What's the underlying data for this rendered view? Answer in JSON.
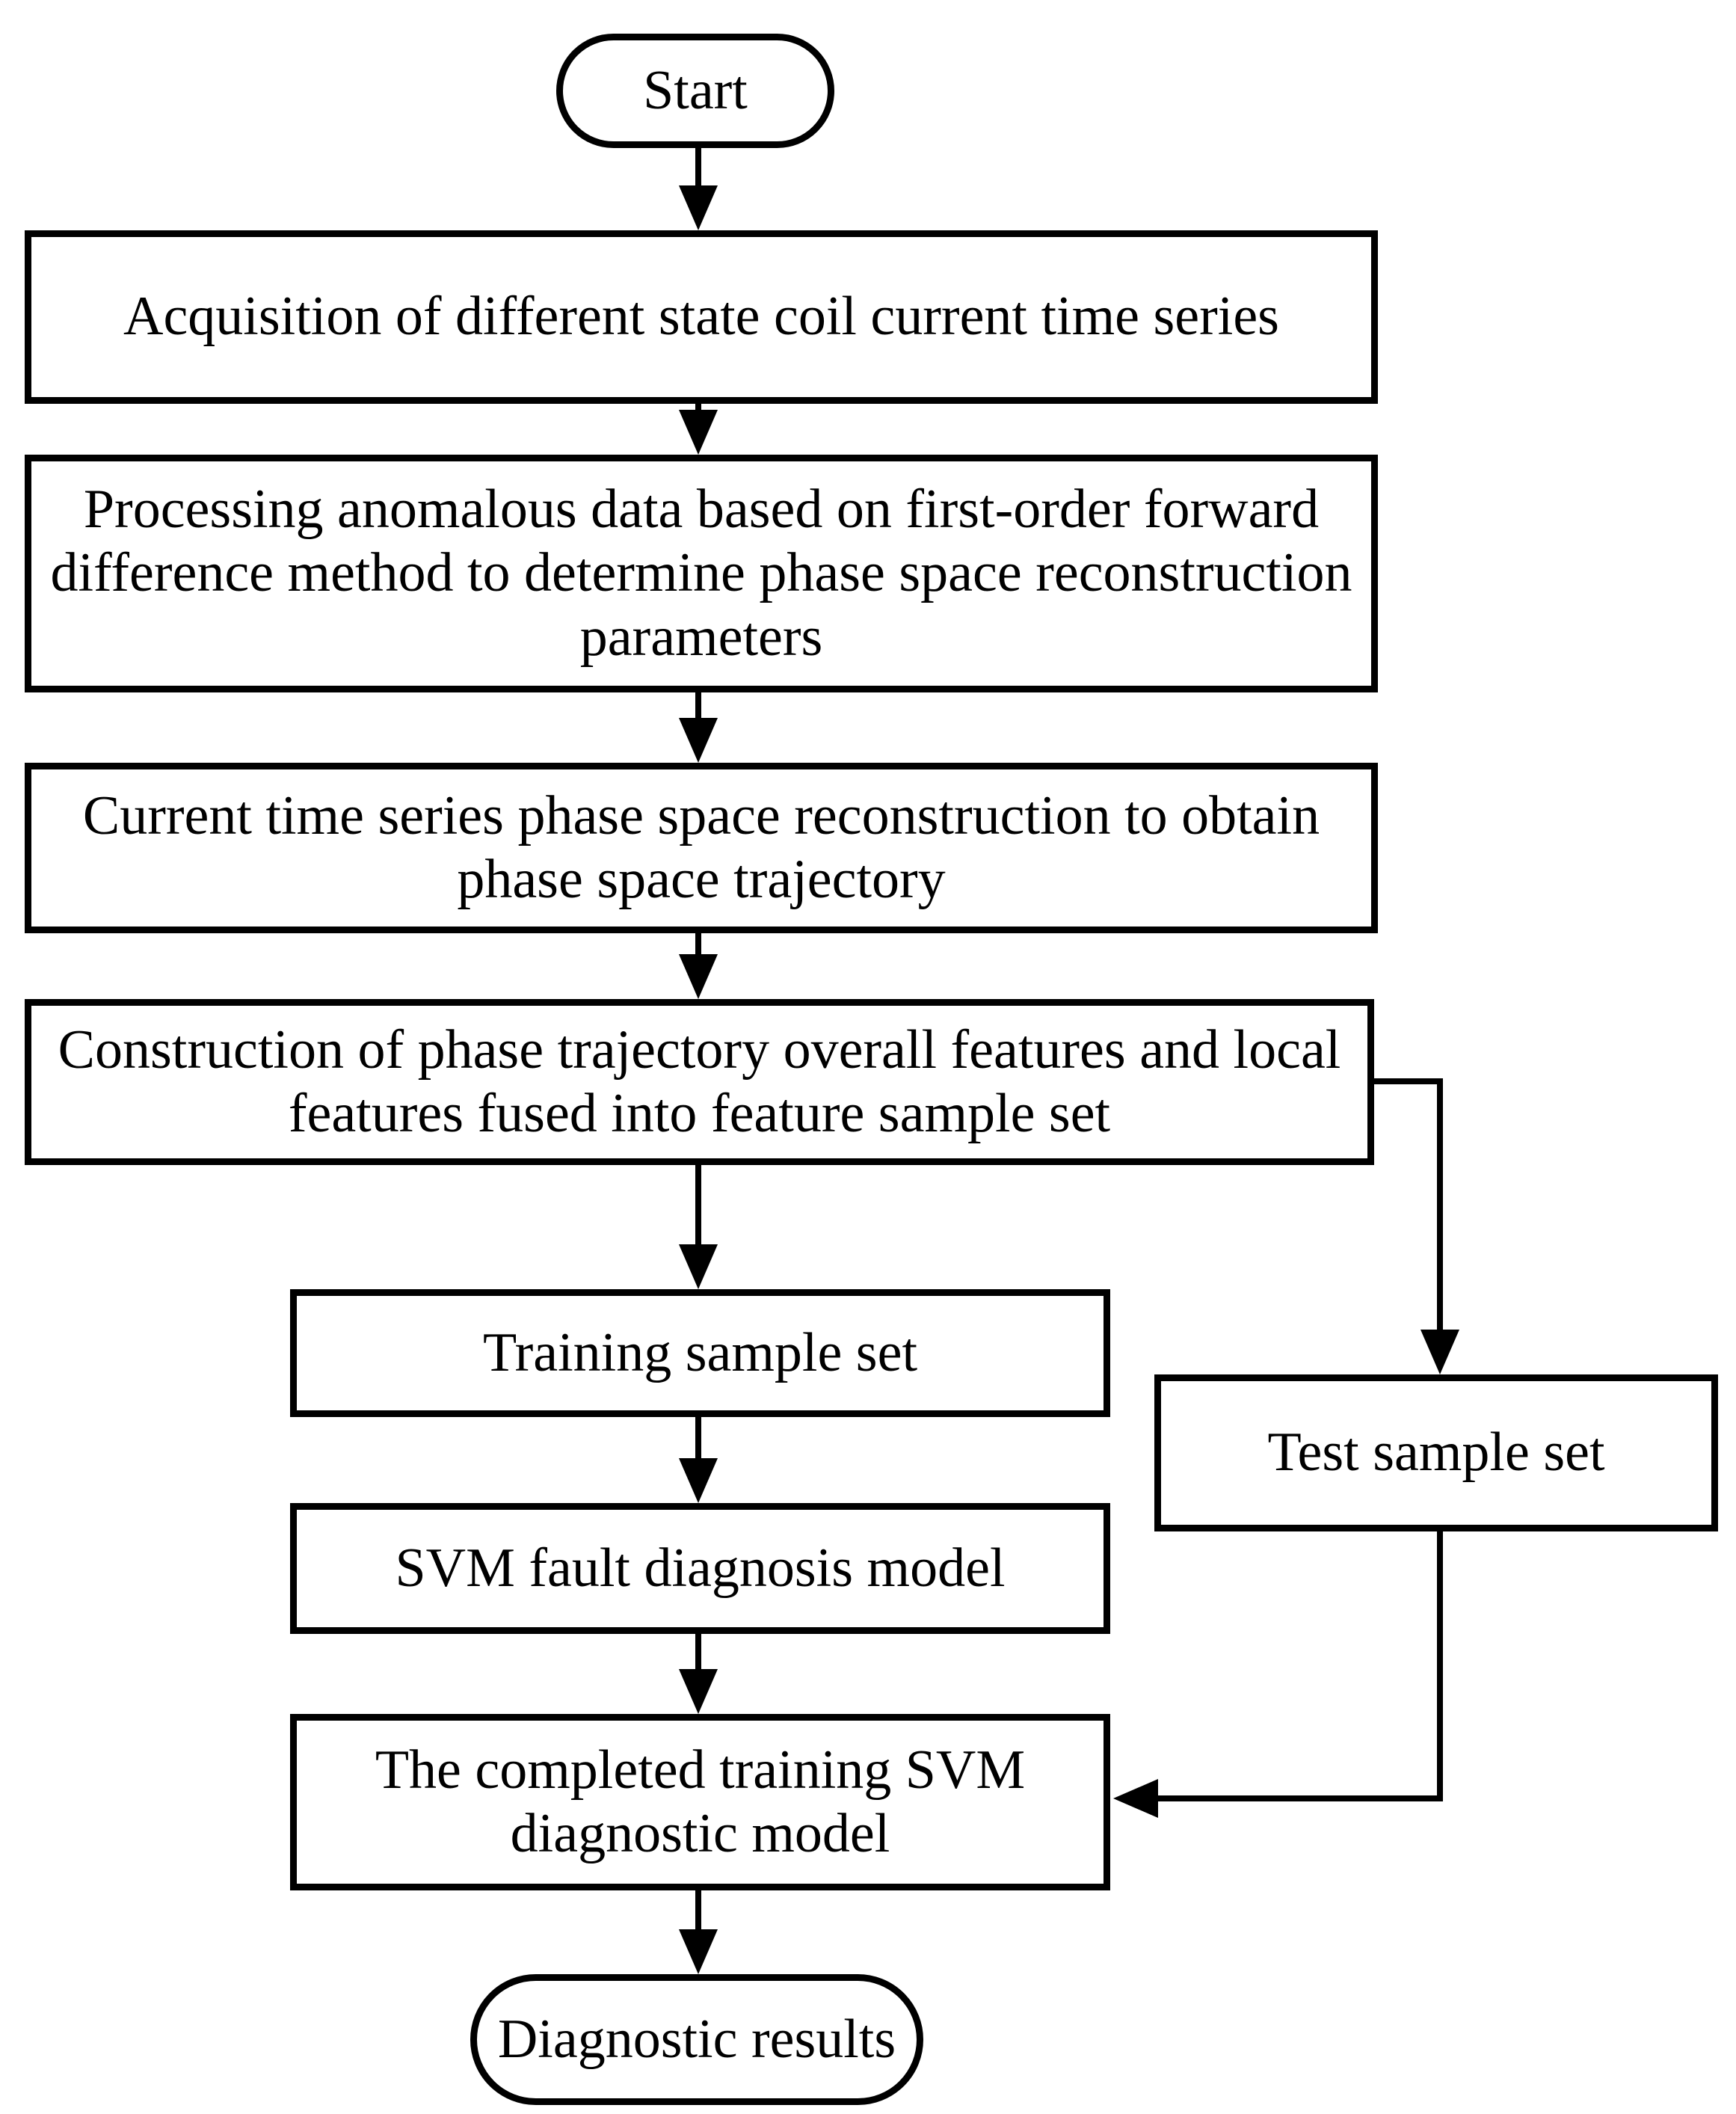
{
  "diagram": {
    "type": "flowchart",
    "colors": {
      "stroke": "#000000",
      "fill": "#ffffff",
      "background": "#ffffff",
      "text": "#000000"
    },
    "nodes": {
      "start": {
        "shape": "terminator",
        "label": "Start"
      },
      "acquisition": {
        "shape": "process",
        "label": "Acquisition of different state coil current time series"
      },
      "processing": {
        "shape": "process",
        "label": "Processing anomalous data based on first-order forward\ndifference method to determine phase space reconstruction\nparameters"
      },
      "reconstruction": {
        "shape": "process",
        "label": "Current time series phase space reconstruction to obtain\nphase space trajectory"
      },
      "construction": {
        "shape": "process",
        "label": "Construction of phase trajectory overall features and local\nfeatures fused into feature sample set"
      },
      "training": {
        "shape": "process",
        "label": "Training sample set"
      },
      "test": {
        "shape": "process",
        "label": "Test sample set"
      },
      "svm": {
        "shape": "process",
        "label": "SVM fault diagnosis model"
      },
      "completed": {
        "shape": "process",
        "label": "The completed training SVM\ndiagnostic model"
      },
      "results": {
        "shape": "terminator",
        "label": "Diagnostic results"
      }
    },
    "edges": [
      {
        "from": "start",
        "to": "acquisition"
      },
      {
        "from": "acquisition",
        "to": "processing"
      },
      {
        "from": "processing",
        "to": "reconstruction"
      },
      {
        "from": "reconstruction",
        "to": "construction"
      },
      {
        "from": "construction",
        "to": "training"
      },
      {
        "from": "construction",
        "to": "test"
      },
      {
        "from": "training",
        "to": "svm"
      },
      {
        "from": "svm",
        "to": "completed"
      },
      {
        "from": "test",
        "to": "completed"
      },
      {
        "from": "completed",
        "to": "results"
      }
    ]
  }
}
